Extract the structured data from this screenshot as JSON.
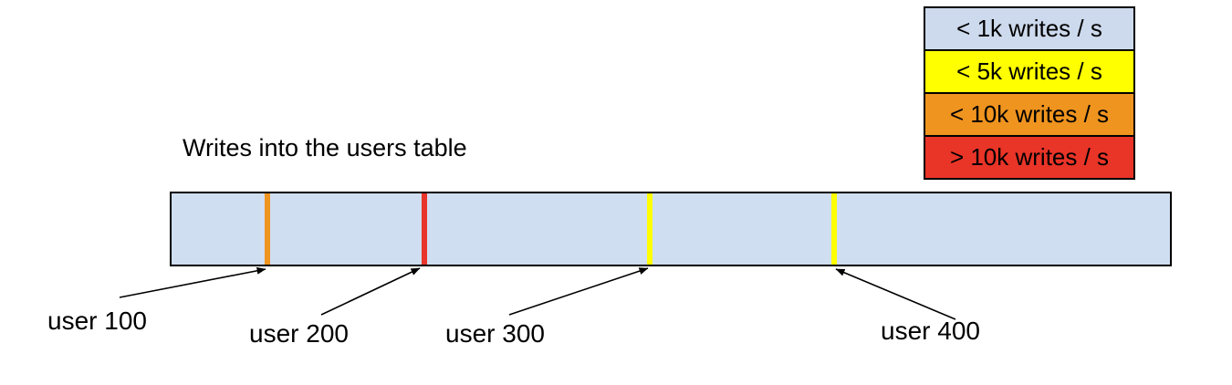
{
  "title": "Writes into the users table",
  "legend": {
    "items": [
      {
        "label": "< 1k writes / s",
        "color": "#cdd9ec"
      },
      {
        "label": "< 5k writes / s",
        "color": "#ffff00"
      },
      {
        "label": "< 10k writes / s",
        "color": "#ef941f"
      },
      {
        "label": "> 10k writes / s",
        "color": "#e93428"
      }
    ]
  },
  "table_bar": {
    "fill_color": "#cfdef0",
    "border_color": "#000000",
    "markers": [
      {
        "user": "user 100",
        "rate_band": "< 10k writes / s",
        "color": "#ef941f",
        "left": "9.3%"
      },
      {
        "user": "user 200",
        "rate_band": "> 10k writes / s",
        "color": "#e8342a",
        "left": "25.0%"
      },
      {
        "user": "user 300",
        "rate_band": "< 5k writes / s",
        "color": "#ffff00",
        "left": "47.6%"
      },
      {
        "user": "user 400",
        "rate_band": "< 5k writes / s",
        "color": "#ffff00",
        "left": "66.1%"
      }
    ]
  }
}
